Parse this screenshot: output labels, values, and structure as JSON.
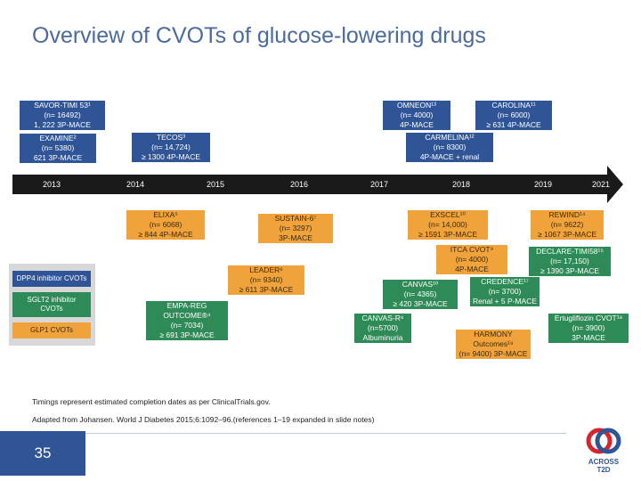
{
  "slide": {
    "title": "Overview of CVOTs of glucose-lowering drugs",
    "page_number": "35"
  },
  "timeline": {
    "years": [
      "2013",
      "2014",
      "2015",
      "2016",
      "2017",
      "2018",
      "2019",
      "2021"
    ]
  },
  "legend": {
    "dpp4": "DPP4 inhibitor CVOTs",
    "sglt2_line1": "SGLT2 inhibitor",
    "sglt2_line2": "CVOTs",
    "glp1": "GLP1 CVOTs"
  },
  "trials": {
    "savor": [
      "SAVOR-TIMI 53¹",
      "(n= 16492)",
      "1, 222 3P-MACE"
    ],
    "examine": [
      "EXAMINE²",
      "(n= 5380)",
      "621 3P-MACE"
    ],
    "tecos": [
      "TECOS³",
      "(n= 14,724)",
      "≥ 1300 4P-MACE"
    ],
    "omneon": [
      "OMNEON¹³",
      "(n= 4000)",
      "4P-MACE"
    ],
    "carolina": [
      "CAROLINA¹¹",
      "(n= 6000)",
      "≥ 631 4P-MACE"
    ],
    "carmelina": [
      "CARMELINA¹²",
      "(n= 8300)",
      "4P-MACE + renal"
    ],
    "elixa": [
      "ELIXA⁵",
      "(n= 6068)",
      "≥ 844 4P-MACE"
    ],
    "sustain": [
      "SUSTAIN-6⁷",
      "(n= 3297)",
      "3P-MACE"
    ],
    "exscel": [
      "EXSCEL¹⁰",
      "(n= 14,000)",
      "≥ 1591 3P-MACE"
    ],
    "rewind": [
      "REWIND¹⁴",
      "(n= 9622)",
      "≥ 1067 3P-MACE"
    ],
    "leader": [
      "LEADER⁶",
      "(n= 9340)",
      "≥ 611 3P-MACE"
    ],
    "itca": [
      "ITCA CVOT⁹",
      "(n= 4000)",
      "4P-MACE"
    ],
    "declare": [
      "DECLARE-TIMI58¹⁵",
      "(n= 17,150)",
      "≥ 1390 3P-MACE"
    ],
    "empareg": [
      "EMPA-REG",
      "OUTCOME®⁴",
      "(n= 7034)",
      "≥ 691 3P-MACE"
    ],
    "canvas": [
      "CANVAS¹⁰",
      "(n= 4365)",
      "≥ 420 3P-MACE"
    ],
    "credence": [
      "CREDENCE¹⁷",
      "(n= 3700)",
      "Renal + 5 P-MACE"
    ],
    "canvasr": [
      "CANVAS-R⁸",
      "(n=5700)",
      "Albuminuria"
    ],
    "harmony": [
      "HARMONY",
      "Outcomes¹⁹",
      "(n= 9400) 3P-MACE"
    ],
    "ertu": [
      "Ertugliflozin CVOT¹⁸",
      "(n= 3900)",
      "3P-MACE"
    ]
  },
  "notes": {
    "line1": "Timings represent estimated completion dates as per ClinicalTrials.gov.",
    "line2": "Adapted from Johansen. World J Diabetes 2015;6:1092–96.(references 1–19 expanded in slide notes)"
  },
  "logo": {
    "line1": "ACROSS",
    "line2": "T2D"
  },
  "colors": {
    "dpp4": "#2f5597",
    "glp1": "#f0a33a",
    "sglt2": "#2e8b57",
    "title": "#4a6aa0"
  }
}
